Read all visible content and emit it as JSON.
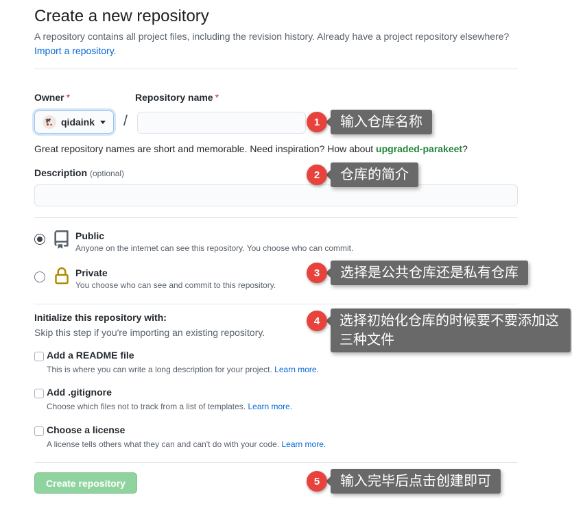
{
  "header": {
    "title": "Create a new repository",
    "intro": "A repository contains all project files, including the revision history. Already have a project repository elsewhere?",
    "import_link": "Import a repository."
  },
  "form": {
    "owner": {
      "label": "Owner",
      "required": "*",
      "value": "qidaink"
    },
    "slash": "/",
    "repo": {
      "label": "Repository name",
      "required": "*",
      "value": ""
    },
    "hint": {
      "prefix": "Great repository names are short and memorable. Need inspiration? How about ",
      "suggestion": "upgraded-parakeet",
      "suffix": "?"
    },
    "description": {
      "label": "Description",
      "optional": "(optional)",
      "value": ""
    },
    "visibility": {
      "public": {
        "title": "Public",
        "desc": "Anyone on the internet can see this repository. You choose who can commit.",
        "icon": "repo-book-icon",
        "checked": true
      },
      "private": {
        "title": "Private",
        "desc": "You choose who can see and commit to this repository.",
        "icon": "lock-icon"
      }
    },
    "initialize": {
      "heading": "Initialize this repository with:",
      "subheading": "Skip this step if you're importing an existing repository.",
      "options": [
        {
          "label": "Add a README file",
          "desc": "This is where you can write a long description for your project.",
          "link": "Learn more."
        },
        {
          "label": "Add .gitignore",
          "desc": "Choose which files not to track from a list of templates.",
          "link": "Learn more."
        },
        {
          "label": "Choose a license",
          "desc": "A license tells others what they can and can't do with your code.",
          "link": "Learn more."
        }
      ]
    },
    "submit": "Create repository"
  },
  "annotations": [
    {
      "num": "1",
      "text": "输入仓库名称"
    },
    {
      "num": "2",
      "text": "仓库的简介"
    },
    {
      "num": "3",
      "text": "选择是公共仓库还是私有仓库"
    },
    {
      "num": "4",
      "text": "选择初始化仓库的时候要不要添加这三种文件"
    },
    {
      "num": "5",
      "text": "输入完毕后点击创建即可"
    }
  ],
  "colors": {
    "link_blue": "#0366d6",
    "suggestion_green": "#22863a",
    "required_red": "#cb2431",
    "annotation_red": "#e8423d",
    "tooltip_gray": "#696969",
    "button_green": "#8fd49e",
    "lock_gold": "#b08800",
    "icon_gray": "#57606a"
  }
}
